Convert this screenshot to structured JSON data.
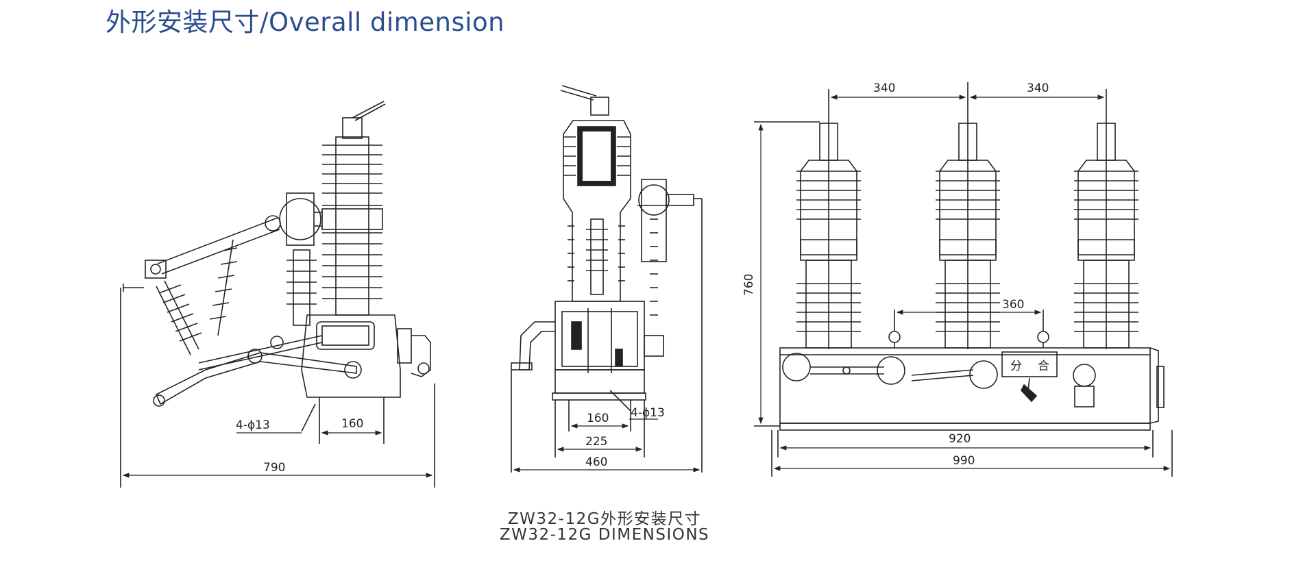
{
  "header": {
    "title": "外形安装尺寸/Overall dimension"
  },
  "side_view": {
    "dim_width": "790",
    "dim_mount": "160",
    "dim_holes": "4-ϕ13"
  },
  "front_view": {
    "dim_width": "460",
    "dim_inner": "225",
    "dim_mount": "160",
    "dim_holes": "4-ϕ13"
  },
  "three_phase_view": {
    "dim_spacing_left": "340",
    "dim_spacing_right": "340",
    "dim_height": "760",
    "dim_lift": "360",
    "dim_mount_width": "920",
    "dim_overall_width": "990",
    "label_open": "分",
    "label_close": "合"
  },
  "caption": {
    "line_cn": "ZW32-12G外形安装尺寸",
    "line_en": "ZW32-12G DIMENSIONS"
  },
  "colors": {
    "title": "#2a4d8f",
    "line": "#222222"
  }
}
